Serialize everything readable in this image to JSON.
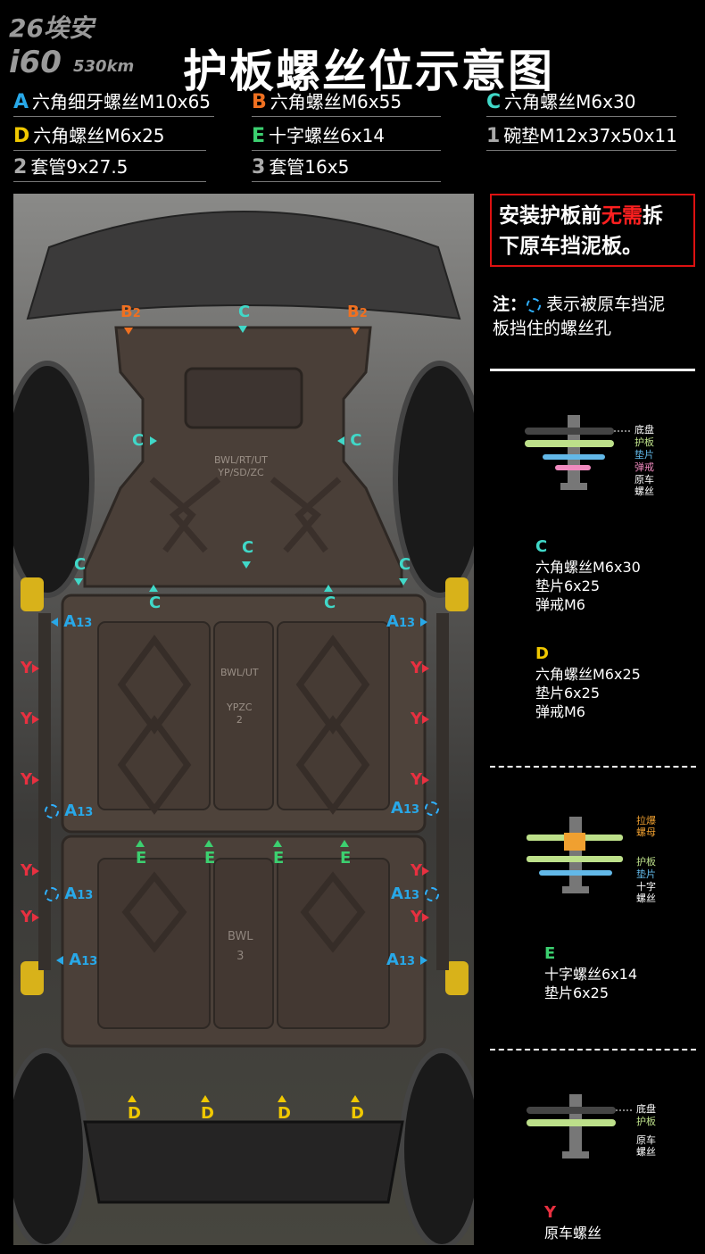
{
  "brand": {
    "line1": "26埃安",
    "model": "i60",
    "range": "530km"
  },
  "title": "护板螺丝位示意图",
  "legend": [
    {
      "letter": "A",
      "text": "六角细牙螺丝M10x65",
      "color": "#28a8e8"
    },
    {
      "letter": "B",
      "text": "六角螺丝M6x55",
      "color": "#f07020"
    },
    {
      "letter": "C",
      "text": "六角螺丝M6x30",
      "color": "#40d8c8"
    },
    {
      "letter": "D",
      "text": "六角螺丝M6x25",
      "color": "#f0c800"
    },
    {
      "letter": "E",
      "text": "十字螺丝6x14",
      "color": "#3cd070"
    },
    {
      "letter": "1",
      "text": "碗垫M12x37x50x11",
      "color": "#aaaaaa"
    },
    {
      "letter": "2",
      "text": "套管9x27.5",
      "color": "#aaaaaa"
    },
    {
      "letter": "3",
      "text": "套管16x5",
      "color": "#aaaaaa"
    }
  ],
  "note_box": {
    "part1": "安装护板前",
    "red": "无需",
    "part2": "拆",
    "line2": "下原车挡泥板。"
  },
  "note2": {
    "prefix": "注：",
    "line1": "表示被原车挡泥",
    "line2": "板挡住的螺丝孔"
  },
  "plate_markings": {
    "front": [
      "BWL/RT/UT",
      "YP/SD/ZC"
    ],
    "mid": [
      "BWL/UT",
      "YPZC",
      "2"
    ],
    "rear": [
      "BWL",
      "3"
    ]
  },
  "callouts": {
    "B": "B",
    "B_num": "2",
    "C": "C",
    "A": "A",
    "A_num": "13",
    "Y": "Y",
    "E": "E",
    "D": "D"
  },
  "layer_labels": {
    "diagram1": [
      "底盘",
      "护板",
      "垫片",
      "弹戒",
      "原车",
      "螺丝"
    ],
    "diagram2": [
      "拉爆",
      "螺母",
      "护板",
      "垫片",
      "十字",
      "螺丝"
    ],
    "diagram3": [
      "底盘",
      "护板",
      "原车",
      "螺丝"
    ]
  },
  "specs": {
    "C": {
      "letter": "C",
      "lines": [
        "六角螺丝M6x30",
        "垫片6x25",
        "弹戒M6"
      ]
    },
    "D": {
      "letter": "D",
      "lines": [
        "六角螺丝M6x25",
        "垫片6x25",
        "弹戒M6"
      ]
    },
    "E": {
      "letter": "E",
      "lines": [
        "十字螺丝6x14",
        "垫片6x25"
      ]
    },
    "Y": {
      "letter": "Y",
      "lines": [
        "原车螺丝"
      ]
    }
  },
  "colors": {
    "A": "#28a8e8",
    "B": "#f07020",
    "C": "#40d8c8",
    "D": "#f0c800",
    "E": "#3cd070",
    "Y": "#e83040",
    "red": "#ff2020"
  }
}
